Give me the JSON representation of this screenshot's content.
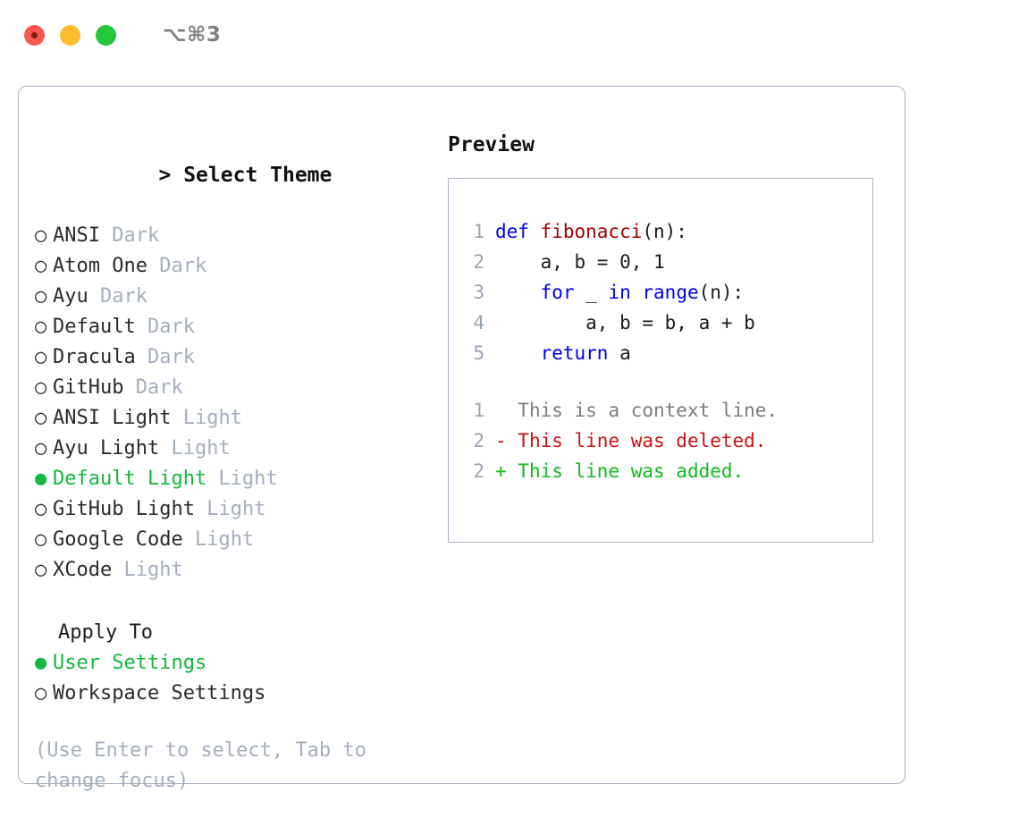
{
  "titlebar": {
    "traffic_lights": [
      "close",
      "minimize",
      "zoom"
    ],
    "shortcut": "⌥⌘3"
  },
  "theme_picker": {
    "caret": ">",
    "heading": "Select Theme",
    "bullet_selected": "●",
    "bullet_unselected": "○",
    "items": [
      {
        "name": "ANSI",
        "tag": "Dark",
        "selected": false
      },
      {
        "name": "Atom One",
        "tag": "Dark",
        "selected": false
      },
      {
        "name": "Ayu",
        "tag": "Dark",
        "selected": false
      },
      {
        "name": "Default",
        "tag": "Dark",
        "selected": false
      },
      {
        "name": "Dracula",
        "tag": "Dark",
        "selected": false
      },
      {
        "name": "GitHub",
        "tag": "Dark",
        "selected": false
      },
      {
        "name": "ANSI Light",
        "tag": "Light",
        "selected": false
      },
      {
        "name": "Ayu Light",
        "tag": "Light",
        "selected": false
      },
      {
        "name": "Default Light",
        "tag": "Light",
        "selected": true
      },
      {
        "name": "GitHub Light",
        "tag": "Light",
        "selected": false
      },
      {
        "name": "Google Code",
        "tag": "Light",
        "selected": false
      },
      {
        "name": "XCode",
        "tag": "Light",
        "selected": false
      }
    ]
  },
  "apply_to": {
    "heading": "Apply To",
    "items": [
      {
        "name": "User Settings",
        "selected": true
      },
      {
        "name": "Workspace Settings",
        "selected": false
      }
    ]
  },
  "hint": "(Use Enter to select, Tab to change focus)",
  "preview": {
    "title": "Preview",
    "code_lines": [
      {
        "num": "1",
        "tokens": [
          {
            "t": "def ",
            "c": "kw"
          },
          {
            "t": "fibonacci",
            "c": "fn"
          },
          {
            "t": "(n):",
            "c": "pl"
          }
        ]
      },
      {
        "num": "2",
        "tokens": [
          {
            "t": "    a, b = 0, 1",
            "c": "pl"
          }
        ]
      },
      {
        "num": "3",
        "tokens": [
          {
            "t": "    ",
            "c": "pl"
          },
          {
            "t": "for ",
            "c": "kw"
          },
          {
            "t": "_ ",
            "c": "pl"
          },
          {
            "t": "in ",
            "c": "kw"
          },
          {
            "t": "range",
            "c": "kw"
          },
          {
            "t": "(n):",
            "c": "pl"
          }
        ]
      },
      {
        "num": "4",
        "tokens": [
          {
            "t": "        a, b = b, a + b",
            "c": "pl"
          }
        ]
      },
      {
        "num": "5",
        "tokens": [
          {
            "t": "    ",
            "c": "pl"
          },
          {
            "t": "return ",
            "c": "kw"
          },
          {
            "t": "a",
            "c": "pl"
          }
        ]
      }
    ],
    "diff_lines": [
      {
        "num": "1",
        "marker": "  ",
        "text": "This is a context line.",
        "kind": "ctx"
      },
      {
        "num": "2",
        "marker": "- ",
        "text": "This line was deleted.",
        "kind": "del"
      },
      {
        "num": "2",
        "marker": "+ ",
        "text": "This line was added.",
        "kind": "add"
      }
    ]
  },
  "colors": {
    "accent_green": "#14b83c",
    "muted": "#a4afbe",
    "border": "#a6b1c2",
    "keyword": "#0000ee",
    "function": "#a00000",
    "diff_deleted": "#cc1111",
    "diff_added": "#11bb22",
    "light_red": "#f9574f",
    "light_yellow": "#fbbd2e",
    "light_green": "#25c63c"
  }
}
